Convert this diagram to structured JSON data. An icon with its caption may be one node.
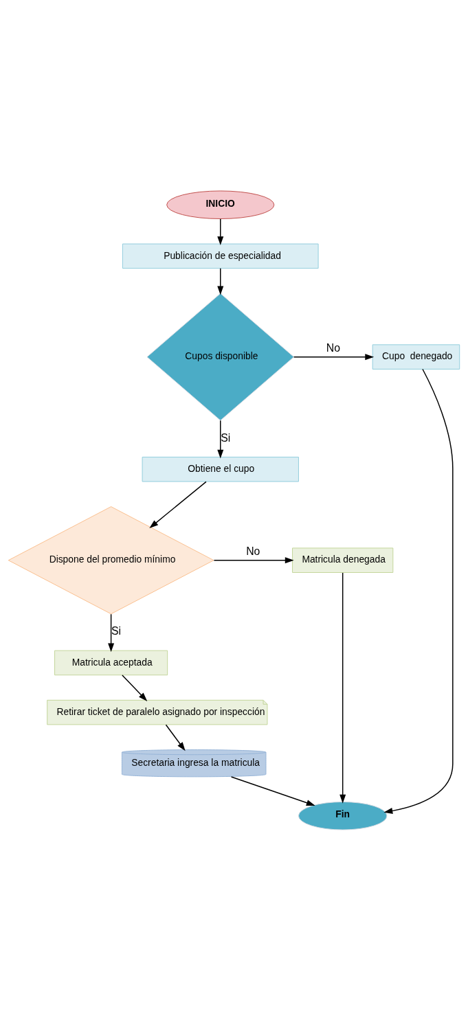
{
  "diagram": {
    "nodes": [
      {
        "text": [
          "INICIO"
        ]
      },
      {
        "text": [
          "Publicación de especialidad"
        ]
      },
      {
        "text": [
          "Cupos disponible"
        ]
      },
      {
        "text": [
          "Cupo  denegado"
        ]
      },
      {
        "text": [
          "Obtiene el cupo"
        ]
      },
      {
        "text": [
          "Dispone del promedio mínimo"
        ]
      },
      {
        "text": [
          "Matricula denegada"
        ]
      },
      {
        "text": [
          "Matricula aceptada"
        ]
      },
      {
        "text": [
          "Retirar ticket de paralelo asignado por inspección"
        ]
      },
      {
        "text": [
          "Secretaria ingresa la matricula"
        ]
      },
      {
        "text": [
          "Fin"
        ]
      }
    ],
    "edges": [
      {
        "from": 0,
        "to": 1,
        "arrow": "to"
      },
      {
        "from": 1,
        "to": 2,
        "arrow": "to"
      },
      {
        "from": 2,
        "to": 3,
        "arrow": "to",
        "label": "No"
      },
      {
        "from": 2,
        "to": 4,
        "arrow": "to",
        "label": "Si"
      },
      {
        "from": 4,
        "to": 5,
        "arrow": "to"
      },
      {
        "from": 5,
        "to": 6,
        "arrow": "to",
        "label": "No"
      },
      {
        "from": 5,
        "to": 7,
        "arrow": "to",
        "label": "Si"
      },
      {
        "from": 7,
        "to": 8,
        "arrow": "to"
      },
      {
        "from": 8,
        "to": 9,
        "arrow": "to"
      },
      {
        "from": 9,
        "to": 10,
        "arrow": "to"
      },
      {
        "from": 3,
        "to": 10,
        "arrow": "to"
      },
      {
        "from": 6,
        "to": 10,
        "arrow": "to"
      }
    ]
  }
}
